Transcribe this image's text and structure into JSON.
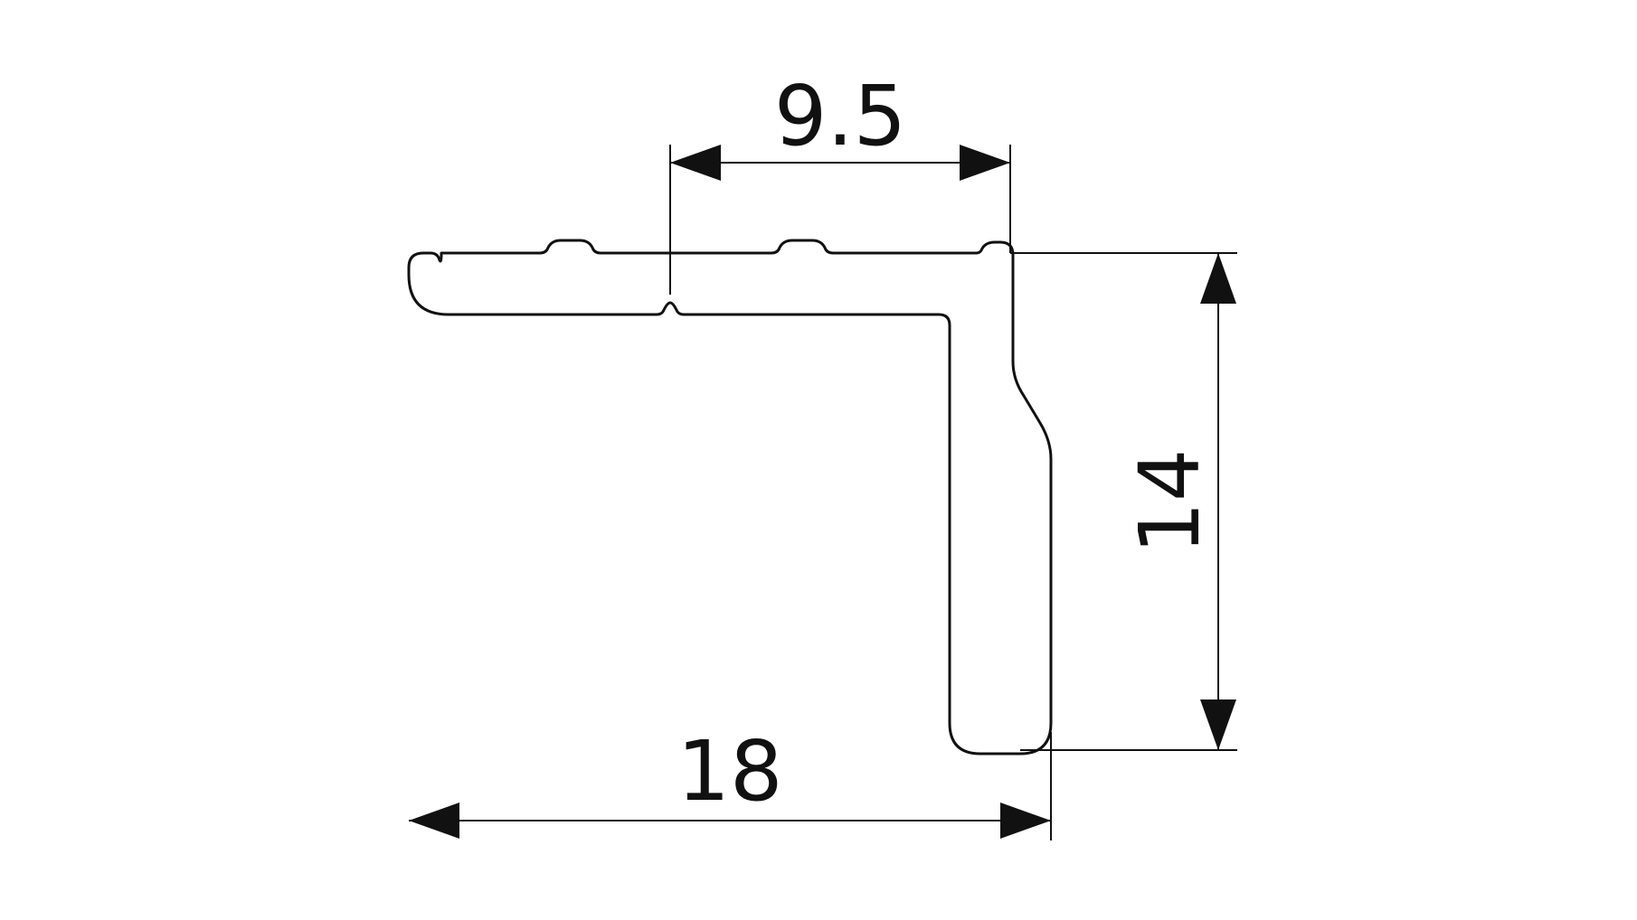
{
  "drawing": {
    "colors": {
      "stroke": "#111111",
      "background": "#ffffff"
    },
    "dimensions": {
      "top_width": "9.5",
      "height": "14",
      "overall_width": "18"
    }
  }
}
